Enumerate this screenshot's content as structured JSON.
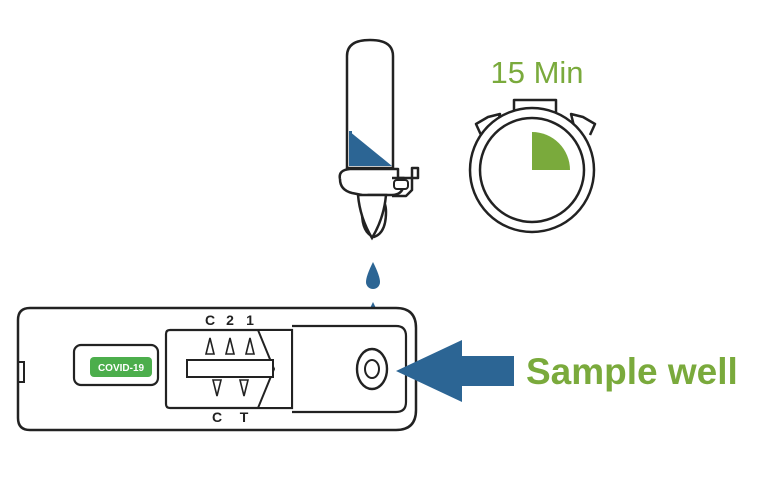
{
  "timer": {
    "label": "15 Min",
    "elapsed_fraction": 0.25
  },
  "cassette": {
    "badge_label": "COVID-19",
    "top_marks": [
      "C",
      "2",
      "1"
    ],
    "bottom_marks": [
      "C",
      "T"
    ]
  },
  "callout": {
    "label": "Sample well"
  },
  "drops": {
    "count": 3
  },
  "colors": {
    "liquid_blue": "#2c6594",
    "accent_green": "#7aaa3c",
    "badge_green": "#4cae4c",
    "outline": "#222222"
  }
}
